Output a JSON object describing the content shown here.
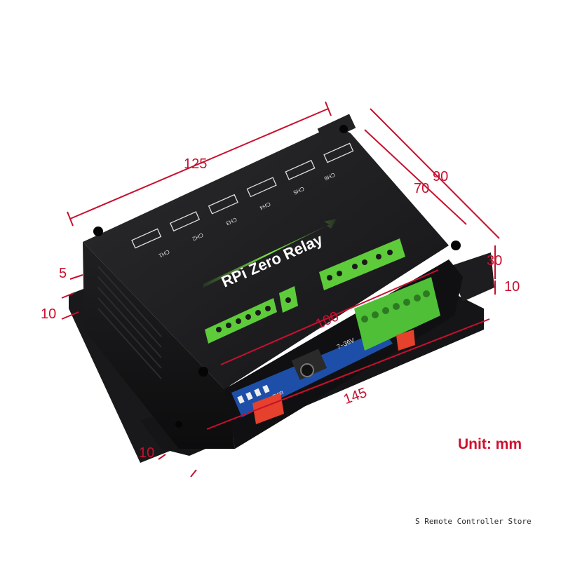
{
  "product": {
    "board_title": "RPi Zero Relay",
    "channels": [
      "CH1",
      "CH2",
      "CH3",
      "CH4",
      "CH5",
      "CH6"
    ],
    "input_label": "7~36V",
    "pwr_label": "PWR"
  },
  "dimensions": {
    "length": "125",
    "width_outer": "90",
    "width_inner": "70",
    "height": "30",
    "rail_offset_right": "10",
    "rail_top_left": "5",
    "rail_side_left": "10",
    "pcb": "100",
    "overall": "145",
    "bottom_left": "10"
  },
  "unit_text": "Unit: mm",
  "store_name": "S Remote Controller Store",
  "colors": {
    "dimension_red": "#c8102e",
    "case_black": "#1c1c1e",
    "terminal_green": "#5ecb3a",
    "pcb_blue": "#1d4fa8",
    "clip_red": "#e5412c"
  }
}
